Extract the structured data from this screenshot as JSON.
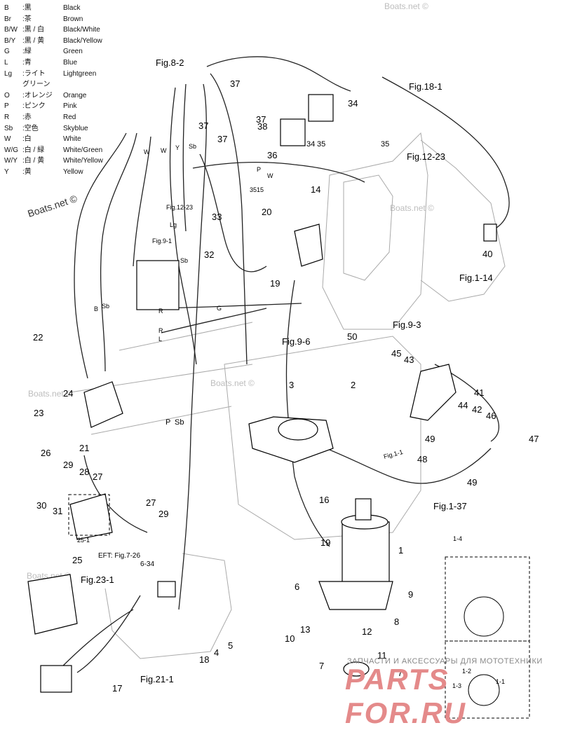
{
  "legend": [
    {
      "code": "B",
      "jp": ":黒",
      "en": "Black"
    },
    {
      "code": "Br",
      "jp": ":茶",
      "en": "Brown"
    },
    {
      "code": "B/W",
      "jp": ":黒 / 白",
      "en": "Black/White"
    },
    {
      "code": "B/Y",
      "jp": ":黒 / 黄",
      "en": "Black/Yellow"
    },
    {
      "code": "G",
      "jp": ":緑",
      "en": "Green"
    },
    {
      "code": "L",
      "jp": ":青",
      "en": "Blue"
    },
    {
      "code": "Lg",
      "jp": ":ライト",
      "en": "Lightgreen"
    },
    {
      "code": "",
      "jp": "グリーン",
      "en": ""
    },
    {
      "code": "O",
      "jp": ":オレンジ",
      "en": "Orange"
    },
    {
      "code": "P",
      "jp": ":ピンク",
      "en": "Pink"
    },
    {
      "code": "R",
      "jp": ":赤",
      "en": "Red"
    },
    {
      "code": "Sb",
      "jp": ":空色",
      "en": "Skyblue"
    },
    {
      "code": "W",
      "jp": ":白",
      "en": "White"
    },
    {
      "code": "W/G",
      "jp": ":白 / 緑",
      "en": "White/Green"
    },
    {
      "code": "W/Y",
      "jp": ":白 / 黄",
      "en": "White/Yellow"
    },
    {
      "code": "Y",
      "jp": ":黄",
      "en": "Yellow"
    }
  ],
  "watermarks": [
    "Boats.net ©",
    "Boats.net ©",
    "Boats.net ©",
    "Boats.net ©",
    "Boats.net ©",
    "Boats.net ©"
  ],
  "figure_refs": [
    "Fig.8-2",
    "Fig.18-1",
    "Fig.12-23",
    "Fig.1-14",
    "Fig.9-3",
    "Fig.9-6",
    "Fig.1-37",
    "Fig.23-1",
    "Fig.21-1",
    "Fig.12-23",
    "Fig.9-1",
    "Fig.1-1"
  ],
  "efi_note": [
    "EFT: Fig.7-26",
    "6-34"
  ],
  "parts": [
    "1",
    "2",
    "3",
    "4",
    "5",
    "6",
    "7",
    "7",
    "8",
    "9",
    "10",
    "11",
    "12",
    "13",
    "14",
    "16",
    "17",
    "18",
    "19",
    "19",
    "20",
    "21",
    "22",
    "23",
    "24",
    "25",
    "25-1",
    "26",
    "27",
    "27",
    "28",
    "29",
    "29",
    "30",
    "31",
    "32",
    "33",
    "34",
    "34",
    "35",
    "36",
    "37",
    "37",
    "37",
    "37",
    "38",
    "40",
    "41",
    "42",
    "43",
    "44",
    "45",
    "46",
    "47",
    "48",
    "49",
    "49",
    "50"
  ],
  "inset_labels": [
    "1-4",
    "1-2",
    "1-1",
    "1-3"
  ],
  "wire_labels": [
    "W",
    "W",
    "Y",
    "Sb",
    "Lg",
    "Sb",
    "R",
    "R",
    "L",
    "G",
    "B",
    "Sb",
    "P",
    "W",
    "P",
    "Sb",
    "3515",
    "35"
  ],
  "brand_text": "ЗАПЧАСТИ И АКСЕССУАРЫ ДЛЯ МОТОТЕХНИКИ",
  "brand_logo": "PARTS FOR.RU"
}
